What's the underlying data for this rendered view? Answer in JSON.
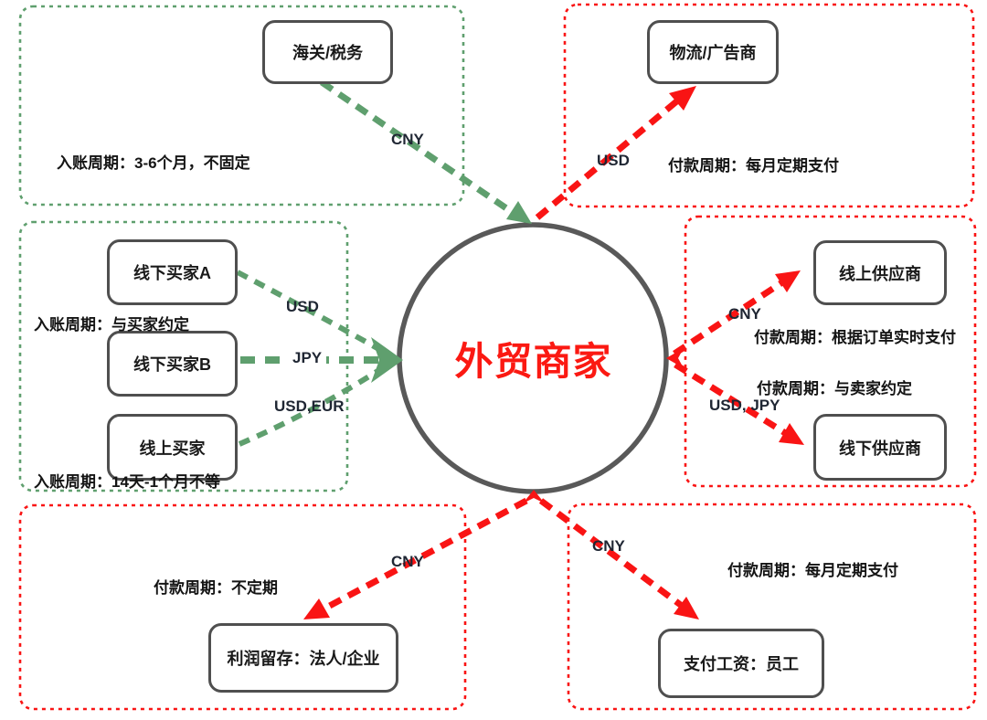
{
  "center": {
    "label": "外贸商家"
  },
  "nodes": {
    "customs": "海关/税务",
    "logistics": "物流/广告商",
    "buyer_a": "线下买家A",
    "buyer_b": "线下买家B",
    "online_buyer": "线上买家",
    "online_supplier": "线上供应商",
    "offline_supplier": "线下供应商",
    "profit": "利润留存：法人/企业",
    "salary": "支付工资：员工"
  },
  "notes": {
    "customs": "入账周期：3-6个月，不固定",
    "buyers_top": "入账周期：与买家约定",
    "buyers_bottom": "入账周期：14天-1个月不等",
    "logistics": "付款周期：每月定期支付",
    "online_supplier": "付款周期：根据订单实时支付",
    "offline_supplier": "付款周期：与卖家约定",
    "profit": "付款周期：不定期",
    "salary": "付款周期：每月定期支付"
  },
  "labels": {
    "customs": "CNY",
    "logistics": "USD",
    "buyer_a": "USD",
    "buyer_b": "JPY",
    "online_buyer": "USD,EUR",
    "online_supplier": "CNY",
    "offline_supplier": "USD, JPY",
    "profit": "CNY",
    "salary": "CNY"
  },
  "colors": {
    "inbound_green": "#5f9f6e",
    "outbound_red": "#f91414",
    "circle_border": "#595959",
    "node_border": "#4f4f4f",
    "center_text": "#fb1912",
    "label_text": "#1f2633"
  },
  "flows": [
    {
      "from": "海关/税务",
      "to": "外贸商家",
      "currency": "CNY",
      "direction": "inbound"
    },
    {
      "from": "线下买家A",
      "to": "外贸商家",
      "currency": "USD",
      "direction": "inbound"
    },
    {
      "from": "线下买家B",
      "to": "外贸商家",
      "currency": "JPY",
      "direction": "inbound"
    },
    {
      "from": "线上买家",
      "to": "外贸商家",
      "currency": "USD,EUR",
      "direction": "inbound"
    },
    {
      "from": "外贸商家",
      "to": "物流/广告商",
      "currency": "USD",
      "direction": "outbound"
    },
    {
      "from": "外贸商家",
      "to": "线上供应商",
      "currency": "CNY",
      "direction": "outbound"
    },
    {
      "from": "外贸商家",
      "to": "线下供应商",
      "currency": "USD, JPY",
      "direction": "outbound"
    },
    {
      "from": "外贸商家",
      "to": "利润留存：法人/企业",
      "currency": "CNY",
      "direction": "outbound"
    },
    {
      "from": "外贸商家",
      "to": "支付工资：员工",
      "currency": "CNY",
      "direction": "outbound"
    }
  ]
}
